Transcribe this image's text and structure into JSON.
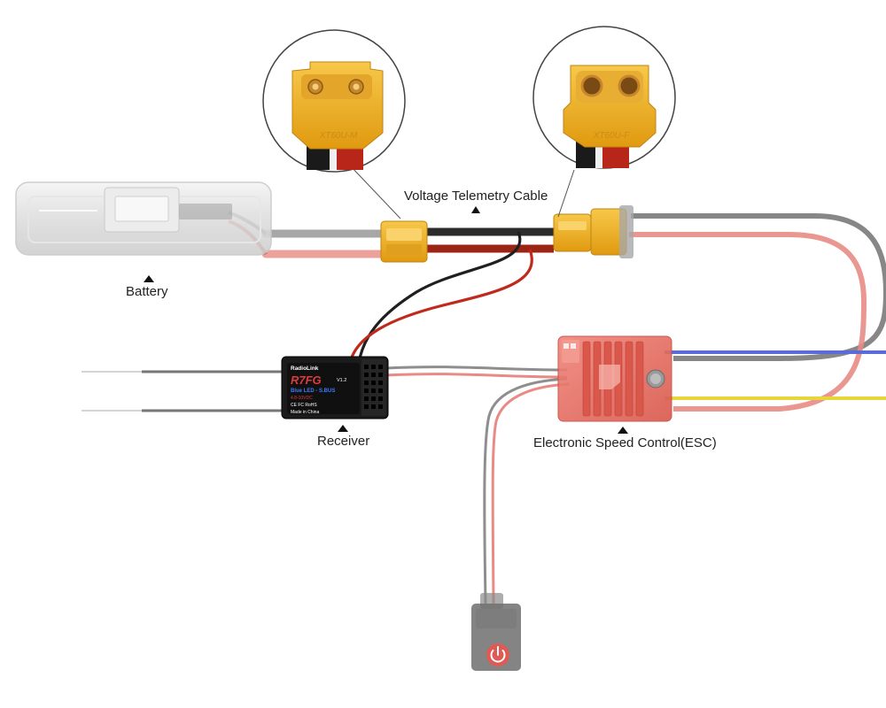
{
  "labels": {
    "battery": "Battery",
    "cable": "Voltage Telemetry Cable",
    "receiver": "Receiver",
    "esc": "Electronic Speed Control(ESC)"
  },
  "receiver_print": {
    "brand": "RadioLink",
    "model": "R7FG",
    "version": "V1.2",
    "feature": "Blue LED - S.BUS",
    "voltage": "4.8-10VDC",
    "marks": "CE FC RoHS",
    "origin": "Made in China"
  },
  "connector_marks": {
    "male": "XT60U-M",
    "female": "XT60U-F"
  },
  "colors": {
    "xt60_yellow": "#f2b321",
    "wire_red": "#b42a1a",
    "wire_black": "#2a2a2a",
    "esc_red": "#e56a5e",
    "wire_blue": "#5b6bd8",
    "wire_yellow": "#e6d63a",
    "wire_gray": "#7a7a7a"
  },
  "icons": {
    "power": "power-icon",
    "pointer": "triangle-up-icon"
  }
}
